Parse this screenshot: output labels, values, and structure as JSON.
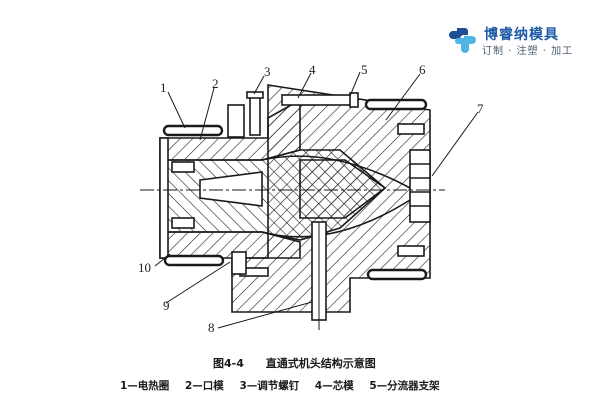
{
  "logo": {
    "name": "博睿纳模具",
    "tagline": "订制 · 注塑 · 加工",
    "icon": "puzzle-cross-logo-icon",
    "colors": {
      "dark": "#1f4f95",
      "light": "#4fb3e6"
    }
  },
  "diagram": {
    "title": "直通式机头结构示意图",
    "figure_number": "图4-4",
    "callouts": [
      {
        "id": "1",
        "label": "1"
      },
      {
        "id": "2",
        "label": "2"
      },
      {
        "id": "3",
        "label": "3"
      },
      {
        "id": "4",
        "label": "4"
      },
      {
        "id": "5",
        "label": "5"
      },
      {
        "id": "6",
        "label": "6"
      },
      {
        "id": "7",
        "label": "7"
      },
      {
        "id": "8",
        "label": "8"
      },
      {
        "id": "9",
        "label": "9"
      },
      {
        "id": "10",
        "label": "10"
      }
    ],
    "legend": [
      {
        "num": "1",
        "text": "1—电热圈"
      },
      {
        "num": "2",
        "text": "2—口模"
      },
      {
        "num": "3",
        "text": "3—调节螺钉"
      },
      {
        "num": "4",
        "text": "4—芯模"
      },
      {
        "num": "5",
        "text": "5—分流器支架"
      }
    ]
  }
}
